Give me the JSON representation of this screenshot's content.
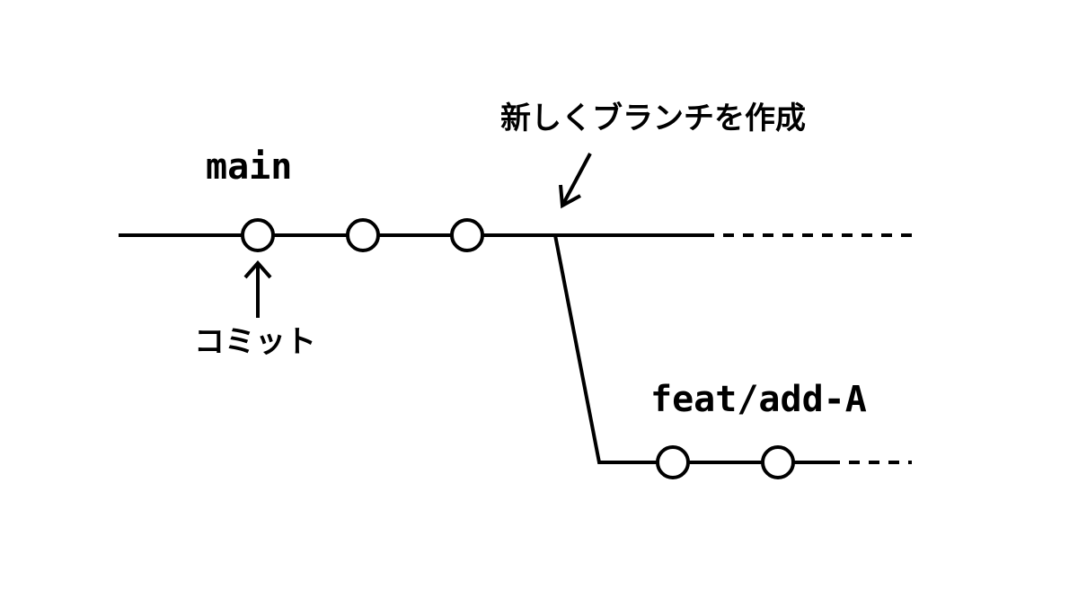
{
  "branches": {
    "main": {
      "label": "main",
      "commit_count": 3
    },
    "feature": {
      "label": "feat/add-A",
      "commit_count": 2
    }
  },
  "annotations": {
    "commit_label": "コミット",
    "branch_created_label": "新しくブランチを作成"
  },
  "colors": {
    "stroke": "#000000",
    "background": "#ffffff"
  },
  "icons": {
    "commit_arrow": "arrow-up-icon",
    "branch_arrow": "arrow-down-left-icon"
  }
}
